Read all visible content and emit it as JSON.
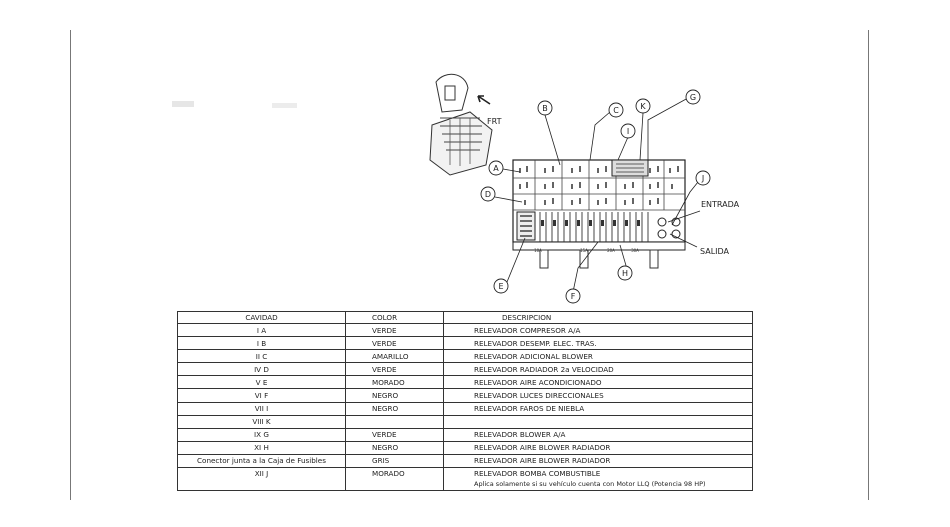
{
  "diagram": {
    "frt_label": "FRT",
    "entrada_label": "ENTRADA",
    "salida_label": "SALIDA",
    "callouts": [
      "A",
      "B",
      "C",
      "D",
      "E",
      "F",
      "G",
      "H",
      "I",
      "J",
      "K"
    ],
    "fuse_ratings": [
      "10A",
      "15A",
      "20A",
      "30A"
    ]
  },
  "table": {
    "headers": {
      "cavidad": "CAVIDAD",
      "color": "COLOR",
      "descripcion": "DESCRIPCION"
    },
    "rows": [
      {
        "cavidad": "I    A",
        "color": "VERDE",
        "descripcion": "RELEVADOR COMPRESOR A/A"
      },
      {
        "cavidad": "I    B",
        "color": "VERDE",
        "descripcion": "RELEVADOR DESEMP. ELEC. TRAS."
      },
      {
        "cavidad": "II    C",
        "color": "AMARILLO",
        "descripcion": "RELEVADOR ADICIONAL BLOWER"
      },
      {
        "cavidad": "IV    D",
        "color": "VERDE",
        "descripcion": "RELEVADOR RADIADOR 2a VELOCIDAD"
      },
      {
        "cavidad": "V    E",
        "color": "MORADO",
        "descripcion": "RELEVADOR AIRE ACONDICIONADO"
      },
      {
        "cavidad": "VI    F",
        "color": "NEGRO",
        "descripcion": "RELEVADOR LUCES DIRECCIONALES"
      },
      {
        "cavidad": "VII    I",
        "color": "NEGRO",
        "descripcion": "RELEVADOR FAROS DE NIEBLA"
      },
      {
        "cavidad": "VIII  K",
        "color": "",
        "descripcion": ""
      },
      {
        "cavidad": "IX    G",
        "color": "VERDE",
        "descripcion": "RELEVADOR BLOWER A/A"
      },
      {
        "cavidad": "XI    H",
        "color": "NEGRO",
        "descripcion": "RELEVADOR AIRE BLOWER RADIADOR"
      },
      {
        "cavidad": "Conector junta a la Caja de Fusibles",
        "color": "GRIS",
        "descripcion": "RELEVADOR AIRE BLOWER RADIADOR"
      },
      {
        "cavidad": "XII    J",
        "color": "MORADO",
        "descripcion": "RELEVADOR BOMBA COMBUSTIBLE",
        "note": "Aplica solamente si su vehículo cuenta con Motor LLQ (Potencia 98 HP)"
      }
    ]
  }
}
